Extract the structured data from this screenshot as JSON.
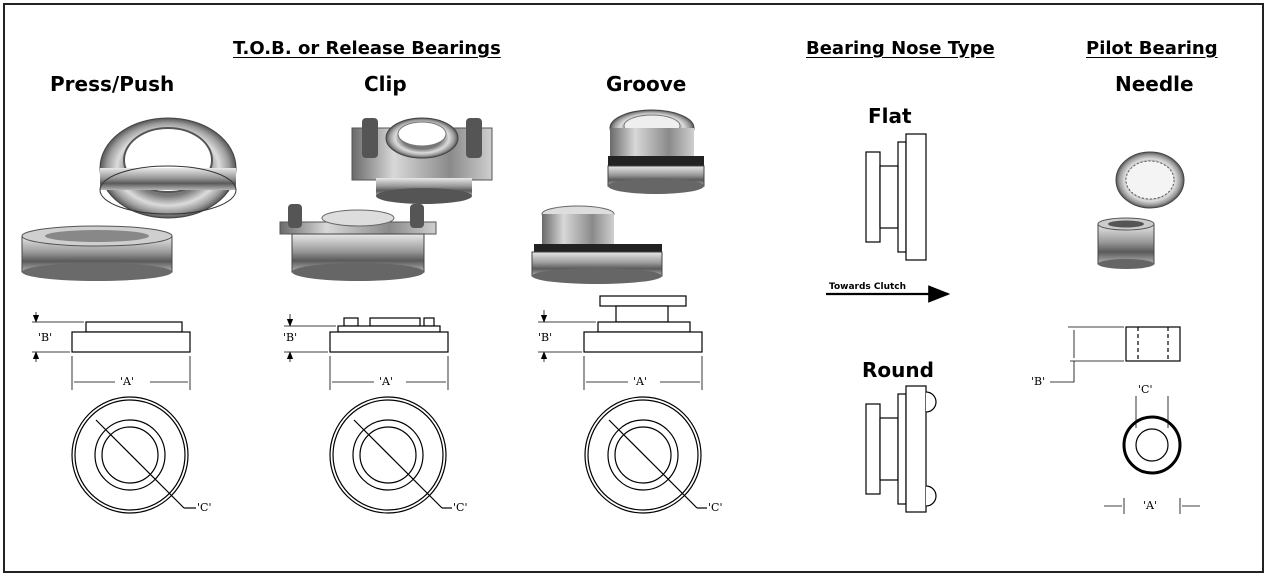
{
  "headers": {
    "release_bearings": "T.O.B. or Release Bearings",
    "nose_type": "Bearing Nose Type",
    "pilot_bearing": "Pilot Bearing"
  },
  "columns": {
    "press_push": "Press/Push",
    "clip": "Clip",
    "groove": "Groove",
    "needle": "Needle"
  },
  "nose": {
    "flat": "Flat",
    "round": "Round",
    "direction": "Towards Clutch"
  },
  "dimensions": {
    "a": "'A'",
    "b": "'B'",
    "c": "'C'"
  }
}
